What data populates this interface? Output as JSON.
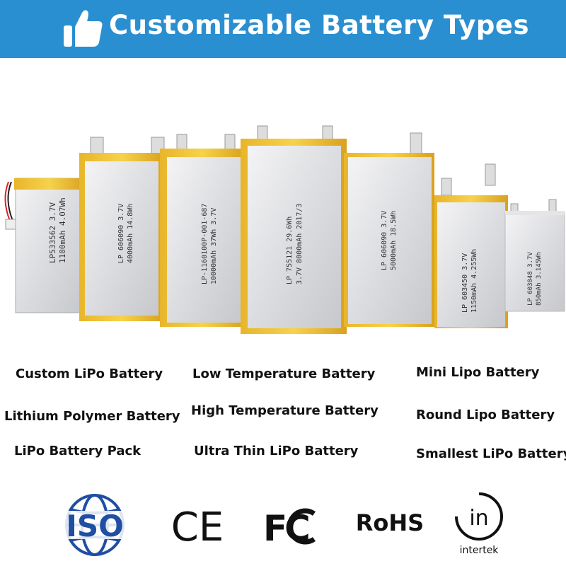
{
  "banner": {
    "title": "Customizable Battery Types",
    "background": "#2a8fd0",
    "icon": "thumbs-up-icon"
  },
  "batteries": [
    {
      "lines": [
        "LP533562 3.7V",
        "1100mAh 4.07Wh"
      ]
    },
    {
      "lines": [
        "LP 606090 3.7V",
        "4000mAh 14.8Wh"
      ]
    },
    {
      "lines": [
        "LP-1160100P-001-687",
        "10000mAh 37Wh 3.7V"
      ]
    },
    {
      "lines": [
        "LP 755121 29.6Wh",
        "3.7V 8000mAh 2017/3"
      ]
    },
    {
      "lines": [
        "LP 606090 3.7V",
        "5000mAh 18.5Wh"
      ]
    },
    {
      "lines": [
        "LP 603450 3.7V",
        "1150mAh 4.255Wh"
      ]
    },
    {
      "lines": [
        "LP 603048 3.7V",
        "850mAh 3.145Wh"
      ]
    }
  ],
  "battery_types": [
    "Custom LiPo Battery",
    "Low Temperature Battery",
    "Mini Lipo Battery",
    "Lithium Polymer Battery",
    "High Temperature Battery",
    "Round Lipo Battery",
    "LiPo Battery Pack",
    "Ultra Thin LiPo Battery",
    "Smallest LiPo Battery"
  ],
  "certifications": {
    "iso": "ISO",
    "ce": "CE",
    "fcc": "FC",
    "rohs": "RoHS",
    "intertek_mark": "in",
    "intertek": "intertek"
  }
}
